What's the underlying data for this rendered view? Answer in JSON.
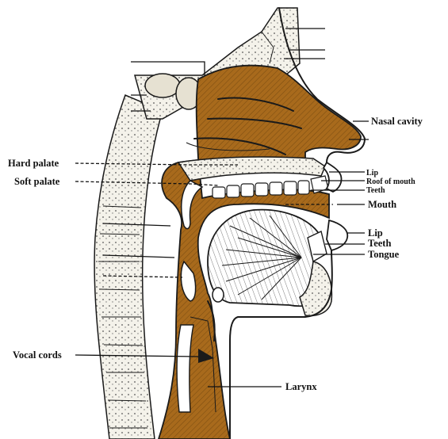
{
  "colors": {
    "airway": "#a86a1c",
    "airway_hatch": "#8a5410",
    "bone": "#f4f2ea",
    "ink": "#1a1a1a"
  },
  "labels": {
    "nasal_cavity": "Nasal cavity",
    "hard_palate": "Hard palate",
    "soft_palate": "Soft palate",
    "lip_upper": "Lip",
    "roof_of_mouth": "Roof of mouth",
    "teeth_upper": "Teeth",
    "mouth": "Mouth",
    "lip_lower": "Lip",
    "teeth_lower": "Teeth",
    "tongue": "Tongue",
    "vocal_cords": "Vocal cords",
    "larynx": "Larynx"
  }
}
